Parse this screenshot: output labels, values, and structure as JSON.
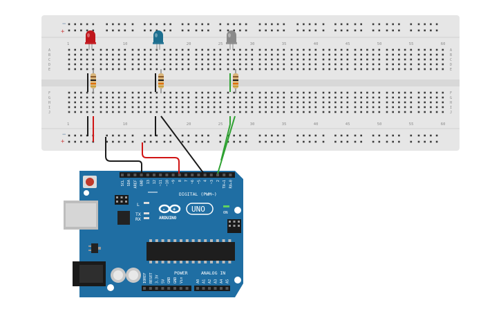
{
  "breadboard": {
    "top_numbers": [
      "1",
      "10",
      "20",
      "25",
      "30",
      "35",
      "40",
      "45",
      "50",
      "55",
      "60"
    ],
    "bottom_numbers": [
      "1",
      "10",
      "20",
      "25",
      "30",
      "35",
      "40",
      "45",
      "50",
      "55",
      "60"
    ],
    "row_letters_top": [
      "A",
      "B",
      "C",
      "D",
      "E"
    ],
    "row_letters_bottom": [
      "F",
      "G",
      "H",
      "I",
      "J"
    ],
    "rail_minus": "−",
    "rail_plus": "+"
  },
  "leds": [
    {
      "color_name": "red",
      "color": "#c0161c"
    },
    {
      "color_name": "blue",
      "color": "#1d6f8f"
    },
    {
      "color_name": "gray",
      "color": "#8a8a8a"
    }
  ],
  "wires": [
    {
      "from": "GND",
      "color": "#1a1a1a"
    },
    {
      "from": "8",
      "color": "#d01313"
    },
    {
      "from": "4",
      "color": "#1a1a1a"
    },
    {
      "from": "2",
      "color": "#2fa232"
    }
  ],
  "arduino": {
    "brand": "ARDUINO",
    "model": "UNO",
    "digital_label": "DIGITAL (PWM~)",
    "on_label": "ON",
    "tx_label": "TX",
    "rx_label": "RX",
    "l_label": "L",
    "power_label": "POWER",
    "analog_label": "ANALOG IN",
    "digital_pins": [
      "SCL",
      "SDA",
      "AREF",
      "GND",
      "13",
      "12",
      "~11",
      "~10",
      "~9",
      "8",
      "7",
      "~6",
      "~5",
      "4",
      "~3",
      "2",
      "TX→1",
      "RX←0"
    ],
    "power_pins": [
      "IOREF",
      "RESET",
      "3.3V",
      "5V",
      "GND",
      "GND",
      "Vin"
    ],
    "analog_pins": [
      "A0",
      "A1",
      "A2",
      "A3",
      "A4",
      "A5"
    ],
    "board_color": "#1f6ea3"
  }
}
